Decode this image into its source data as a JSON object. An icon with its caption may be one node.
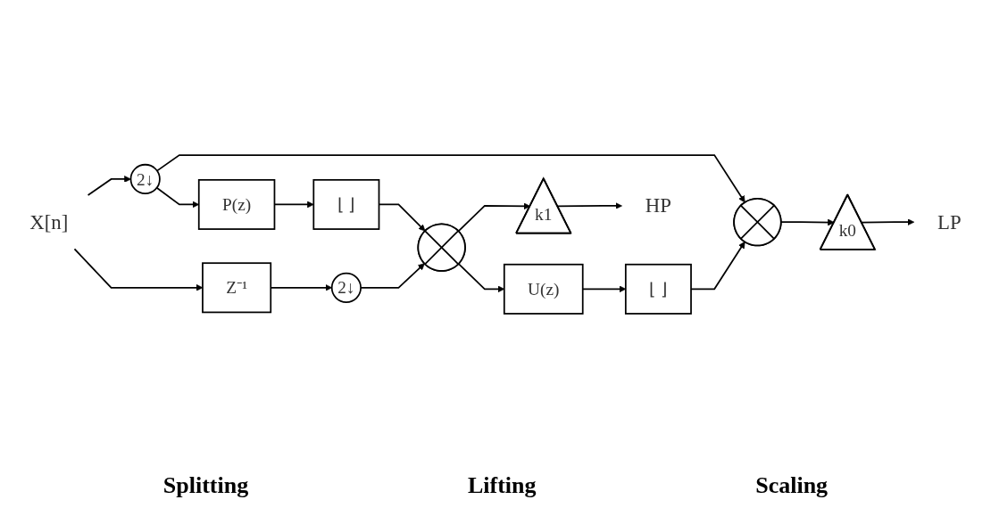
{
  "diagram": {
    "nodes": [
      {
        "text": [
          "X[n]"
        ]
      },
      {
        "text": [
          "2↓"
        ]
      },
      {
        "text": [
          "Z⁻¹"
        ]
      },
      {
        "text": [
          "2↓"
        ]
      },
      {
        "text": [
          "P(z)"
        ]
      },
      {
        "text": [
          "⌊ ⌋"
        ]
      },
      {
        "text": [],
        "shape": "circle"
      },
      {
        "text": [],
        "shape": "circle"
      },
      {
        "text": [
          "⌊ ⌋"
        ]
      },
      {
        "text": [
          "U(z)"
        ]
      },
      {
        "text": [
          "k0"
        ]
      },
      {
        "text": [
          "k1"
        ]
      },
      {
        "text": [
          "LP"
        ]
      },
      {
        "text": [
          "HP"
        ]
      }
    ],
    "edges": [
      {
        "from": 0,
        "to": 1,
        "arrow": "to"
      },
      {
        "from": 0,
        "to": 2,
        "arrow": "to"
      },
      {
        "from": 2,
        "to": 3,
        "arrow": "to"
      },
      {
        "from": 1,
        "to": 7,
        "arrow": "to"
      },
      {
        "from": 1,
        "to": 4,
        "arrow": "to"
      },
      {
        "from": 4,
        "to": 5,
        "arrow": "to"
      },
      {
        "from": 5,
        "to": 6,
        "arrow": "to"
      },
      {
        "from": 3,
        "to": 6,
        "arrow": "to"
      },
      {
        "from": 6,
        "to": 11,
        "arrow": "to"
      },
      {
        "from": 6,
        "to": 9,
        "arrow": "to"
      },
      {
        "from": 9,
        "to": 8,
        "arrow": "to"
      },
      {
        "from": 8,
        "to": 7,
        "arrow": "to"
      },
      {
        "from": 7,
        "to": 10,
        "arrow": "to"
      },
      {
        "from": 10,
        "to": 12,
        "arrow": "to"
      },
      {
        "from": 11,
        "to": 13,
        "arrow": "to"
      }
    ],
    "labels": [
      "Splitting",
      "Lifting",
      "Scaling"
    ]
  }
}
